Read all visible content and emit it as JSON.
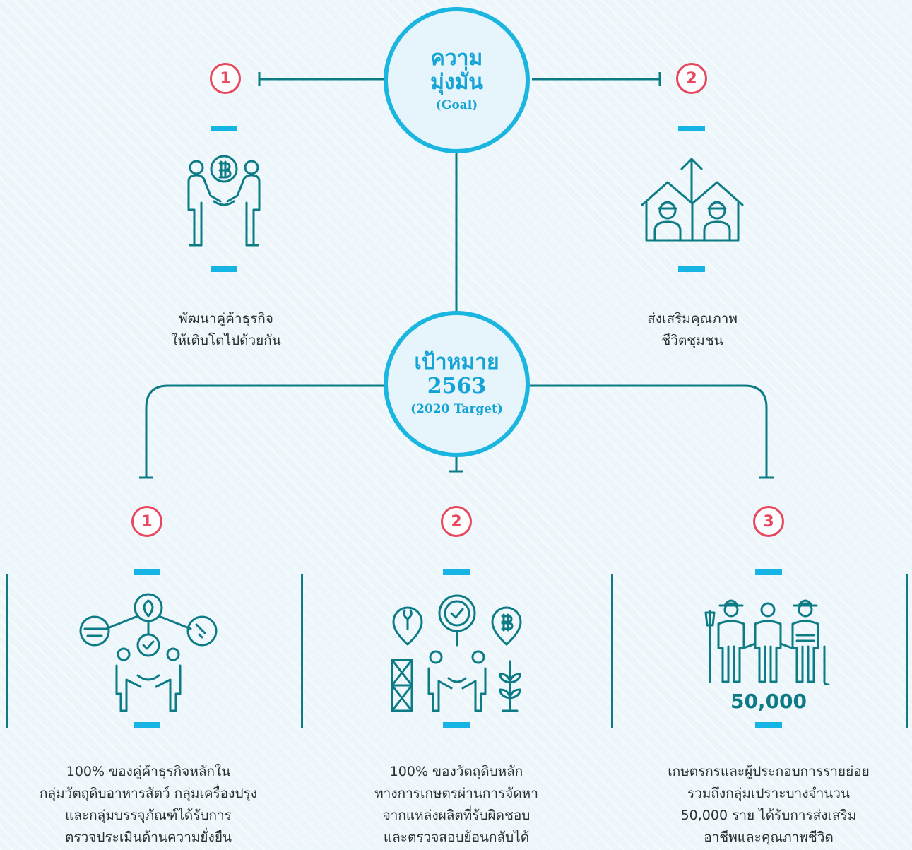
{
  "goal": {
    "line1": "ความ",
    "line2": "มุ่งมั่น",
    "line3": "(Goal)"
  },
  "target": {
    "line1": "เป้าหมาย",
    "line2": "2563",
    "line3": "(2020 Target)"
  },
  "goal_items": [
    {
      "number": "1",
      "label_lines": [
        "พัฒนาคู่ค้าธุรกิจ",
        "ให้เติบโตไปด้วยกัน"
      ],
      "icon": "partners-handshake-baht-icon"
    },
    {
      "number": "2",
      "label_lines": [
        "ส่งเสริมคุณภาพ",
        "ชีวิตชุมชน"
      ],
      "icon": "community-houses-icon"
    }
  ],
  "target_items": [
    {
      "number": "1",
      "label_lines": [
        "100% ของคู่ค้าธุรกิจหลักใน",
        "กลุ่มวัตถุดิบอาหารสัตว์ กลุ่มเครื่องปรุง",
        "และกลุ่มบรรจุภัณฑ์ได้รับการ",
        "ตรวจประเมินด้านความยั่งยืน"
      ],
      "icon": "supplier-assessment-icon"
    },
    {
      "number": "2",
      "label_lines": [
        "100% ของวัตถุดิบหลัก",
        "ทางการเกษตรผ่านการจัดหา",
        "จากแหล่งผลิตที่รับผิดชอบ",
        "และตรวจสอบย้อนกลับได้"
      ],
      "icon": "traceable-sourcing-icon"
    },
    {
      "number": "3",
      "count": "50,000",
      "label_lines": [
        "เกษตรกรและผู้ประกอบการรายย่อย",
        "รวมถึงกลุ่มเปราะบางจำนวน",
        "50,000 ราย ได้รับการส่งเสริม",
        "อาชีพและคุณภาพชีวิต"
      ],
      "icon": "farmers-group-icon"
    }
  ],
  "colors": {
    "accent_blue": "#1ab6e0",
    "number_red": "#e8485e",
    "line_teal": "#0d7b85",
    "text": "#2b2f32"
  }
}
